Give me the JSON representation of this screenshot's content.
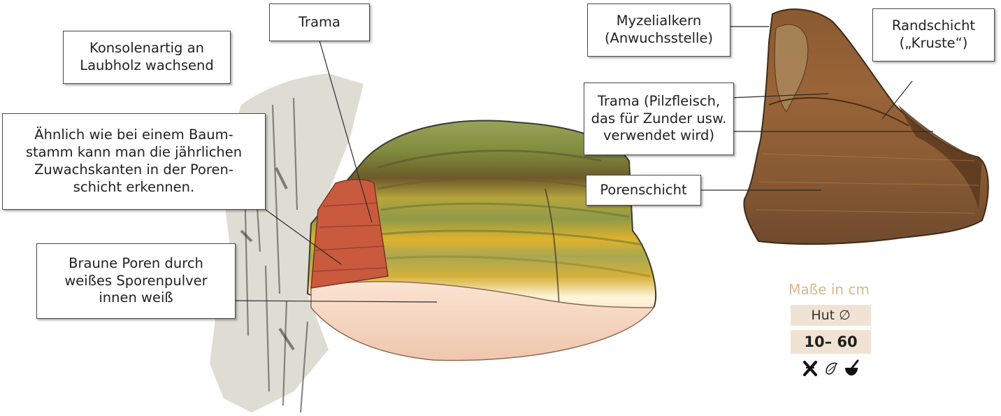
{
  "labels": {
    "konsole": [
      "Konsolenartig an",
      "Laubholz wachsend"
    ],
    "trama_top": [
      "Trama"
    ],
    "aehnlich": [
      "Ähnlich wie bei einem Baum-",
      "stamm kann man die jährlichen",
      "Zuwachskanten in der Poren-",
      "schicht erkennen."
    ],
    "braune": [
      "Braune Poren durch",
      "weißes Sporenpulver",
      "innen weiß"
    ],
    "myzelialkern": [
      "Myzelialkern",
      "(Anwuchsstelle)"
    ],
    "randschicht": [
      "Randschicht",
      "(„Kruste“)"
    ],
    "trama_right": [
      "Trama (Pilzfleisch,",
      "das für Zunder usw.",
      "verwendet wird)"
    ],
    "porenschicht": [
      "Porenschicht"
    ]
  },
  "measurements": {
    "title": "Maße in cm",
    "hut_label": "Hut ∅",
    "hut_value": "10– 60"
  },
  "icons": [
    "not-edible-icon",
    "tinder-use-icon",
    "medicinal-mortar-icon"
  ],
  "colors": {
    "measure_title": "#d8b78a",
    "measure_bg": "#f1e3d3",
    "trama_red": "#c95a3e",
    "pore_cream": "#f4d9c6",
    "band_green": "#8a9a45",
    "band_yellow": "#d8ac2c",
    "section_brown": "#7a4a28"
  }
}
